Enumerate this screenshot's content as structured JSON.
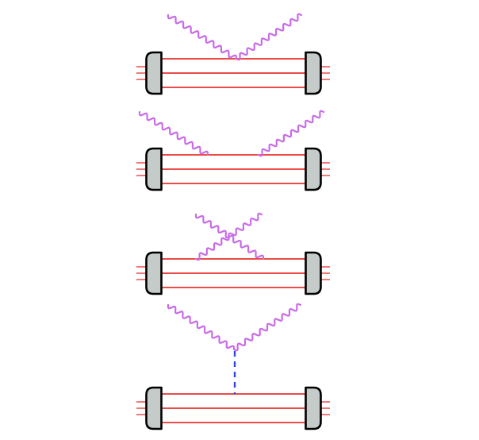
{
  "colors": {
    "background": "#ffffff",
    "string_line": "#e8332f",
    "brane_fill": "#c5cbc8",
    "brane_stroke": "#000000",
    "photon_wave": "#c96be8",
    "exchange_dash": "#2f47e0"
  },
  "diagrams": [
    {
      "id": "diagram-1",
      "photons": "converge-on-string",
      "exchange": false
    },
    {
      "id": "diagram-2",
      "photons": "attached-separately",
      "exchange": false
    },
    {
      "id": "diagram-3",
      "photons": "crossing-pair",
      "exchange": false
    },
    {
      "id": "diagram-4",
      "photons": "vertex-above-string",
      "exchange": true
    }
  ],
  "icons": [
    "brane-cap-icon",
    "photon-wave-icon",
    "open-string-icon",
    "exchange-line-icon"
  ]
}
